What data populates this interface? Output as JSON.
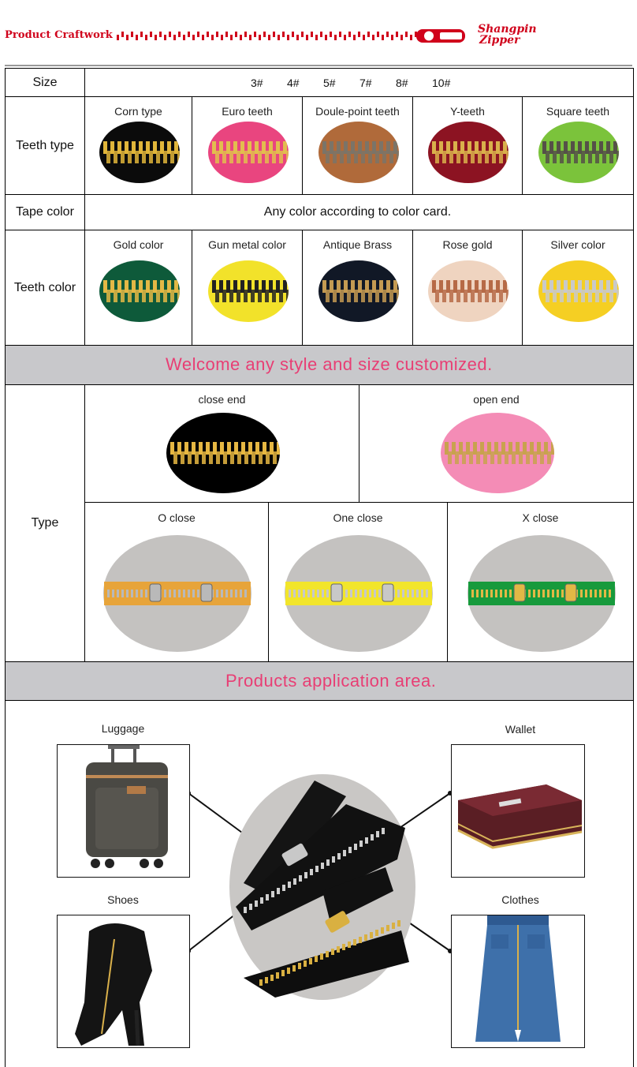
{
  "header": {
    "title": "Product Craftwork",
    "brand_line1": "Shangpin",
    "brand_line2": "Zipper"
  },
  "size": {
    "label": "Size",
    "values": [
      "3#",
      "4#",
      "5#",
      "7#",
      "8#",
      "10#"
    ]
  },
  "teeth_type": {
    "label": "Teeth type",
    "items": [
      {
        "name": "Corn type",
        "tape": "#0b0b0b",
        "teeth": "#e0b53a"
      },
      {
        "name": "Euro teeth",
        "tape": "#e9457f",
        "teeth": "#e2bd4e"
      },
      {
        "name": "Doule-point teeth",
        "tape": "#b06a3a",
        "teeth": "#7b7468"
      },
      {
        "name": "Y-teeth",
        "tape": "#8c1322",
        "teeth": "#d9b04b"
      },
      {
        "name": "Square teeth",
        "tape": "#7bc33b",
        "teeth": "#555048"
      }
    ]
  },
  "tape_color": {
    "label": "Tape color",
    "text": "Any color according to color card."
  },
  "teeth_color": {
    "label": "Teeth color",
    "items": [
      {
        "name": "Gold color",
        "tape": "#0e5a3a",
        "teeth": "#e3b845"
      },
      {
        "name": "Gun metal color",
        "tape": "#f2e22a",
        "teeth": "#222222"
      },
      {
        "name": "Antique Brass",
        "tape": "#111826",
        "teeth": "#c49a52"
      },
      {
        "name": "Rose gold",
        "tape": "#efd4c0",
        "teeth": "#b66a46"
      },
      {
        "name": "Silver color",
        "tape": "#f5cf23",
        "teeth": "#c9c9c9"
      }
    ]
  },
  "banner1": "Welcome any style and size customized.",
  "type": {
    "label": "Type",
    "ends": [
      {
        "name": "close end",
        "tape": "#000000",
        "teeth": "#e6b742"
      },
      {
        "name": "open end",
        "tape": "#f48cb6",
        "teeth": "#c8a24e"
      }
    ],
    "closes": [
      {
        "name": "O close",
        "tape": "#e7a43a",
        "teeth": "#b9b9b9"
      },
      {
        "name": "One close",
        "tape": "#f2e52b",
        "teeth": "#c8c8c8"
      },
      {
        "name": "X close",
        "tape": "#179a3c",
        "teeth": "#e2b845"
      }
    ]
  },
  "banner2": "Products application area.",
  "applications": {
    "luggage": "Luggage",
    "wallet": "Wallet",
    "shoes": "Shoes",
    "clothes": "Clothes"
  },
  "colors": {
    "accent_red": "#d0021b",
    "banner_text": "#e83e74",
    "banner_bg": "#c8c8cb"
  }
}
